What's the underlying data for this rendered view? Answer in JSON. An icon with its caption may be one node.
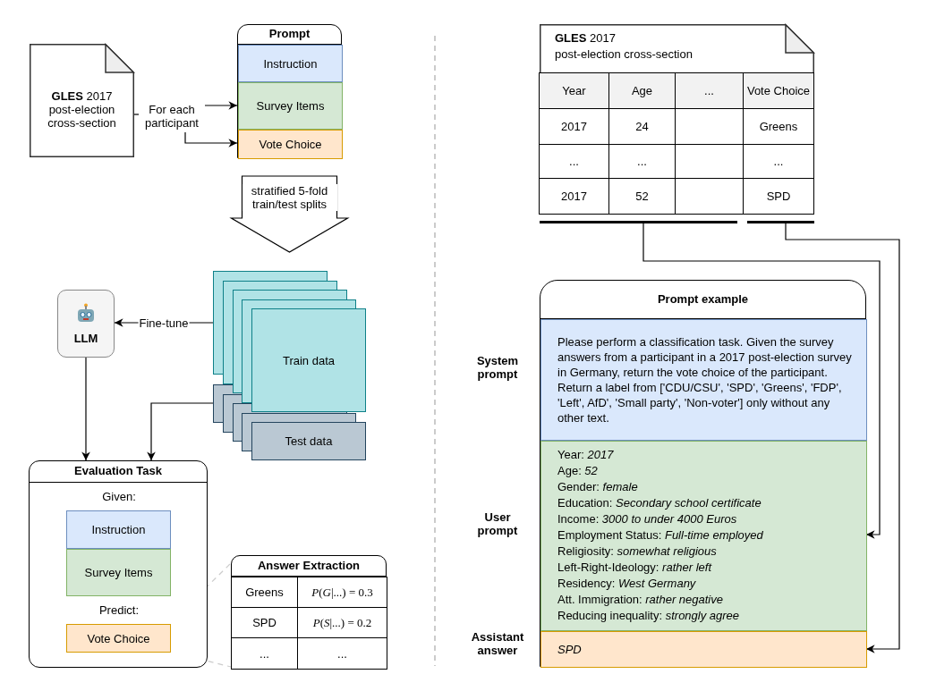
{
  "diagram": {
    "nodes": [
      {
        "text": [
          "**GLES** 2017",
          "post-election cross-section"
        ]
      },
      {
        "text": [
          "Prompt"
        ]
      },
      {
        "text": [
          "Instruction"
        ],
        "in": 1
      },
      {
        "text": [
          "Survey Items"
        ],
        "in": 1
      },
      {
        "text": [
          "Vote Choice"
        ],
        "in": 1
      },
      {
        "text": [
          "For each participant"
        ]
      },
      {
        "text": [],
        "shape": "box"
      },
      {
        "text": [],
        "shape": "box"
      },
      {
        "text": [],
        "shape": "box"
      },
      {
        "text": [],
        "shape": "box"
      },
      {
        "text": [
          "Train data"
        ]
      },
      {
        "text": [],
        "shape": "box"
      },
      {
        "text": [],
        "shape": "box"
      },
      {
        "text": [],
        "shape": "box"
      },
      {
        "text": [],
        "shape": "box"
      },
      {
        "text": [
          "Test data"
        ]
      },
      {
        "text": [
          "LLM"
        ]
      },
      {
        "text": [
          "Evaluation Task",
          "Given:",
          "Predict:"
        ]
      },
      {
        "text": [
          "Instruction"
        ],
        "in": 17
      },
      {
        "text": [
          "Survey Items"
        ],
        "in": 17
      },
      {
        "text": [
          "Vote Choice"
        ],
        "in": 17
      },
      {
        "text": [
          "Answer Extraction"
        ]
      },
      {
        "text": [
          "**GLES** 2017",
          "post-election cross-section"
        ]
      },
      {
        "text": [],
        "shape": "bar"
      },
      {
        "text": [],
        "shape": "bar"
      },
      {
        "text": [
          "Prompt example"
        ]
      },
      {
        "text": [
          "Please perform a classification task. Given the survey answers from a participant in a 2017 post-election survey in Germany, return the vote choice of the participant. Return a label from ['CDU/CSU', 'SPD', 'Greens', 'FDP', 'Left', AfD', 'Small party', 'Non-voter'] only without any other text."
        ],
        "in": 25,
        "beside": [
          "System prompt"
        ]
      },
      {
        "text": [
          "Year: *2017*",
          "Age: *52*",
          "Gender: *female*",
          "Education: *Secondary school certificate*",
          "Income: *3000 to under 4000 Euros*",
          "Employment Status: *Full-time employed*",
          "Religiosity: *somewhat religious*",
          "Left-Right-Ideology: *rather left*",
          "Residency: *West Germany*",
          "Att. Immigration: *rather negative*",
          "Reducing inequality: *strongly agree*"
        ],
        "in": 25,
        "beside": [
          "User prompt"
        ]
      },
      {
        "text": [
          "SPD"
        ],
        "in": 25,
        "beside": [
          "Assistant answer"
        ]
      }
    ],
    "edges": [
      {
        "from": 0,
        "to": 5,
        "arrow": "none"
      },
      {
        "from": 5,
        "to": 3,
        "arrow": "to"
      },
      {
        "from": 5,
        "to": 4,
        "arrow": "to"
      },
      {
        "from": 1,
        "to": 6,
        "arrow": "to",
        "label": "stratified 5-fold train/test splits"
      },
      {
        "from": 6,
        "to": 16,
        "arrow": "to",
        "label": "Fine-tune"
      },
      {
        "from": 11,
        "to": 17,
        "arrow": "to"
      },
      {
        "from": 16,
        "to": 17,
        "arrow": "to"
      },
      {
        "from": 20,
        "to": 21,
        "arrow": "none",
        "style": "dashed",
        "color": "#cccccc"
      },
      {
        "from": 20,
        "to": 21,
        "arrow": "none",
        "style": "dashed",
        "color": "#cccccc"
      },
      {
        "from": 23,
        "to": 27,
        "arrow": "to"
      },
      {
        "from": 24,
        "to": 28,
        "arrow": "to"
      }
    ],
    "labels": [
      "Greens",
      "*P*(*G*|...) = 0.3",
      "SPD",
      "*P*(*S*|...) = 0.2",
      "...",
      "...",
      "Year",
      "Age",
      "...",
      "Vote Choice",
      "2017",
      "24",
      "Greens",
      "...",
      "...",
      "...",
      "2017",
      "52",
      "SPD"
    ]
  }
}
